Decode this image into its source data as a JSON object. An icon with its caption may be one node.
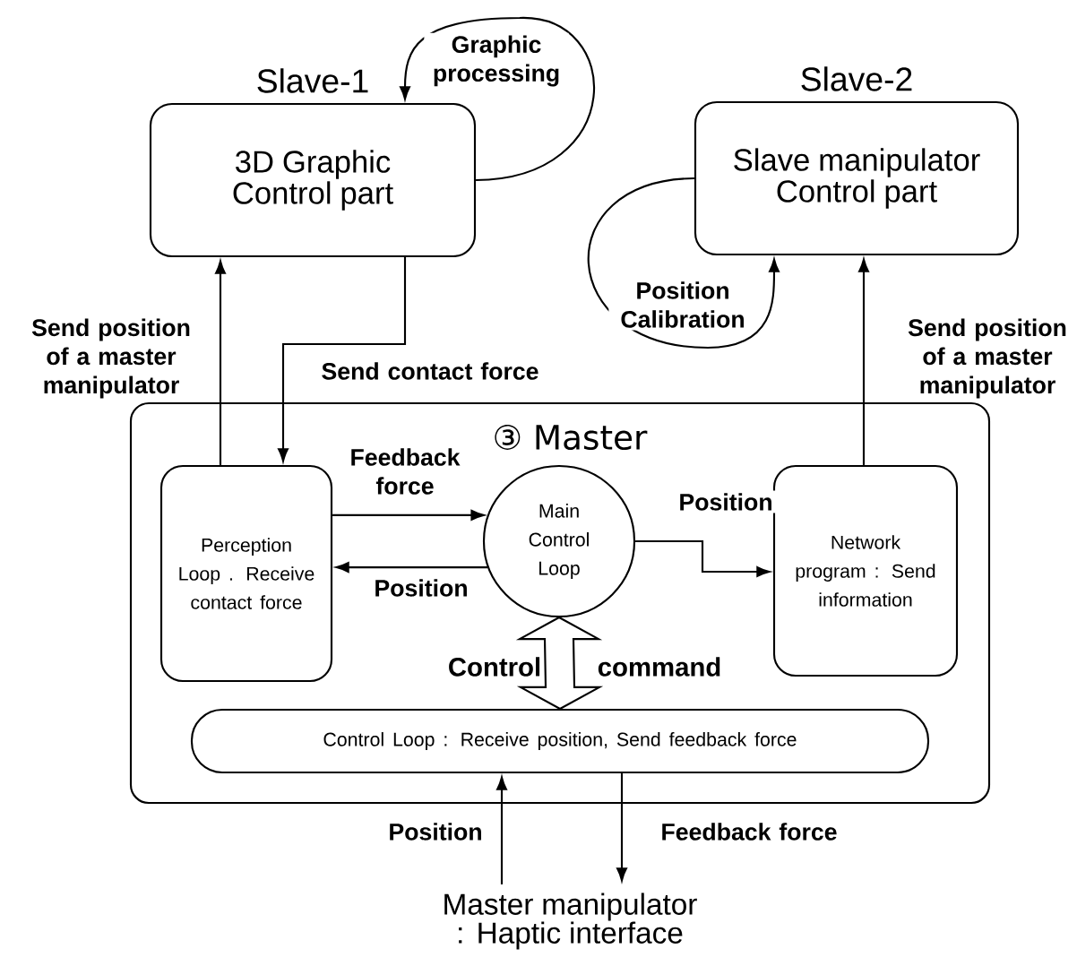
{
  "diagram": {
    "nodes": [
      {
        "text": [
          "Slave-1",
          "3D Graphic Control part"
        ]
      },
      {
        "text": [
          "Slave-2",
          "Slave manipulator Control part"
        ]
      },
      {
        "text": [
          "③ Master"
        ]
      },
      {
        "text": [
          "Perception Loop . Receive contact force"
        ],
        "in": 2
      },
      {
        "text": [
          "Main Control Loop"
        ],
        "in": 2
      },
      {
        "text": [
          "Network program : Send information"
        ],
        "in": 2
      },
      {
        "text": [
          "Control Loop : Receive position, Send feedback force"
        ],
        "in": 2
      },
      {
        "text": [
          "Master manipulator : Haptic interface"
        ]
      }
    ],
    "edges": [
      {
        "from": 3,
        "to": 0,
        "arrow": "to",
        "label": "Send position of a master manipulator"
      },
      {
        "from": 0,
        "to": 3,
        "arrow": "to",
        "label": "Send contact force"
      },
      {
        "from": 0,
        "to": 0,
        "arrow": "to",
        "label": "Graphic processing"
      },
      {
        "from": 1,
        "to": 1,
        "arrow": "to",
        "label": "Position Calibration"
      },
      {
        "from": 5,
        "to": 1,
        "arrow": "to",
        "label": "Send position of a master manipulator"
      },
      {
        "from": 3,
        "to": 4,
        "arrow": "to",
        "label": "Feedback force"
      },
      {
        "from": 4,
        "to": 3,
        "arrow": "to",
        "label": "Position"
      },
      {
        "from": 4,
        "to": 5,
        "arrow": "to",
        "label": "Position"
      },
      {
        "from": 4,
        "to": 6,
        "arrow": "both",
        "style": "thick"
      },
      {
        "from": 7,
        "to": 6,
        "arrow": "to",
        "label": "Position"
      },
      {
        "from": 6,
        "to": 7,
        "arrow": "to",
        "label": "Feedback force"
      }
    ],
    "labels": [
      "Control",
      "command"
    ]
  }
}
